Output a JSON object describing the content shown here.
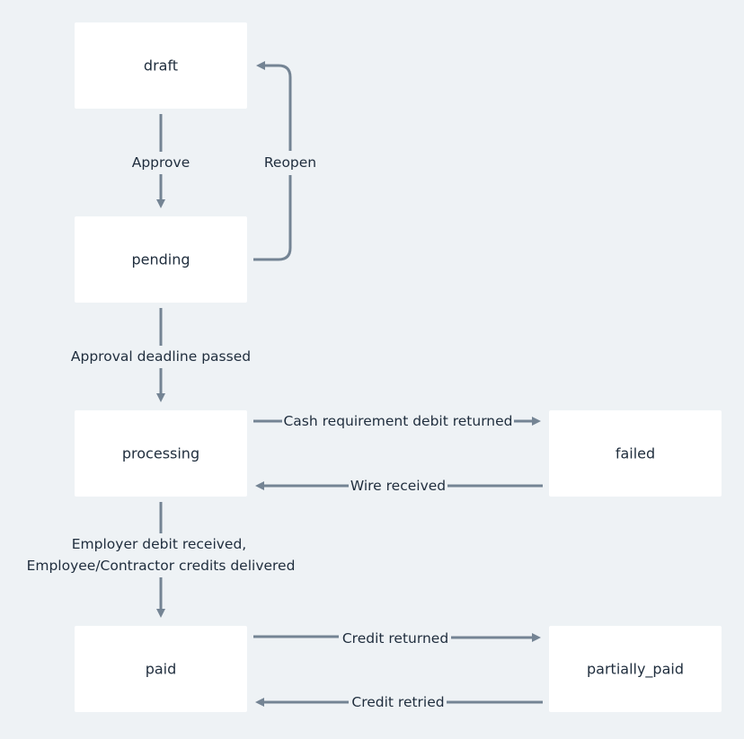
{
  "diagram": {
    "colors": {
      "background": "#eef2f5",
      "node_fill": "#ffffff",
      "edge": "#748494",
      "text": "#1f2d3d"
    },
    "nodes": {
      "draft": "draft",
      "pending": "pending",
      "processing": "processing",
      "failed": "failed",
      "paid": "paid",
      "partially_paid": "partially_paid"
    },
    "edges": {
      "approve": "Approve",
      "reopen": "Reopen",
      "approval_deadline_passed": "Approval deadline passed",
      "cash_requirement_debit_returned": "Cash requirement debit returned",
      "wire_received": "Wire received",
      "employer_debit_line1": "Employer debit received,",
      "employer_debit_line2": "Employee/Contractor credits delivered",
      "credit_returned": "Credit returned",
      "credit_retried": "Credit retried"
    }
  }
}
